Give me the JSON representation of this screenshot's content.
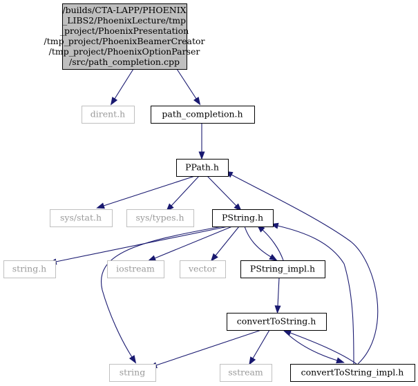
{
  "graph": {
    "nodes": [
      {
        "id": "root",
        "kind": "root",
        "lines": [
          "/builds/CTA-LAPP/PHOENIX",
          "_LIBS2/PhoenixLecture/tmp",
          "_project/PhoenixPresentation",
          "/tmp_project/PhoenixBeamerCreator",
          "/tmp_project/PhoenixOptionParser",
          "/src/path_completion.cpp"
        ]
      },
      {
        "id": "dirent",
        "kind": "system",
        "lines": [
          "dirent.h"
        ]
      },
      {
        "id": "path_completion",
        "kind": "normal",
        "lines": [
          "path_completion.h"
        ]
      },
      {
        "id": "ppath",
        "kind": "normal",
        "lines": [
          "PPath.h"
        ]
      },
      {
        "id": "sysstat",
        "kind": "system",
        "lines": [
          "sys/stat.h"
        ]
      },
      {
        "id": "systypes",
        "kind": "system",
        "lines": [
          "sys/types.h"
        ]
      },
      {
        "id": "pstring",
        "kind": "normal",
        "lines": [
          "PString.h"
        ]
      },
      {
        "id": "stringh",
        "kind": "system",
        "lines": [
          "string.h"
        ]
      },
      {
        "id": "iostream",
        "kind": "system",
        "lines": [
          "iostream"
        ]
      },
      {
        "id": "vector",
        "kind": "system",
        "lines": [
          "vector"
        ]
      },
      {
        "id": "pstring_impl",
        "kind": "normal",
        "lines": [
          "PString_impl.h"
        ]
      },
      {
        "id": "convert",
        "kind": "normal",
        "lines": [
          "convertToString.h"
        ]
      },
      {
        "id": "string",
        "kind": "system",
        "lines": [
          "string"
        ]
      },
      {
        "id": "sstream",
        "kind": "system",
        "lines": [
          "sstream"
        ]
      },
      {
        "id": "convert_impl",
        "kind": "normal",
        "lines": [
          "convertToString_impl.h"
        ]
      }
    ],
    "edges": [
      {
        "from": "root",
        "to": "dirent"
      },
      {
        "from": "root",
        "to": "path_completion"
      },
      {
        "from": "path_completion",
        "to": "ppath"
      },
      {
        "from": "ppath",
        "to": "sysstat"
      },
      {
        "from": "ppath",
        "to": "systypes"
      },
      {
        "from": "ppath",
        "to": "pstring"
      },
      {
        "from": "pstring",
        "to": "stringh"
      },
      {
        "from": "pstring",
        "to": "iostream"
      },
      {
        "from": "pstring",
        "to": "vector"
      },
      {
        "from": "pstring",
        "to": "pstring_impl"
      },
      {
        "from": "pstring",
        "to": "string"
      },
      {
        "from": "pstring_impl",
        "to": "pstring"
      },
      {
        "from": "pstring_impl",
        "to": "convert"
      },
      {
        "from": "convert",
        "to": "string"
      },
      {
        "from": "convert",
        "to": "sstream"
      },
      {
        "from": "convert",
        "to": "convert_impl"
      },
      {
        "from": "convert_impl",
        "to": "convert"
      },
      {
        "from": "convert_impl",
        "to": "pstring"
      },
      {
        "from": "convert_impl",
        "to": "ppath"
      }
    ],
    "colors": {
      "edge": "#191970",
      "root_fill": "#bfbfbf",
      "system_border": "#bfbfbf",
      "system_text": "#9a9a9a"
    }
  }
}
